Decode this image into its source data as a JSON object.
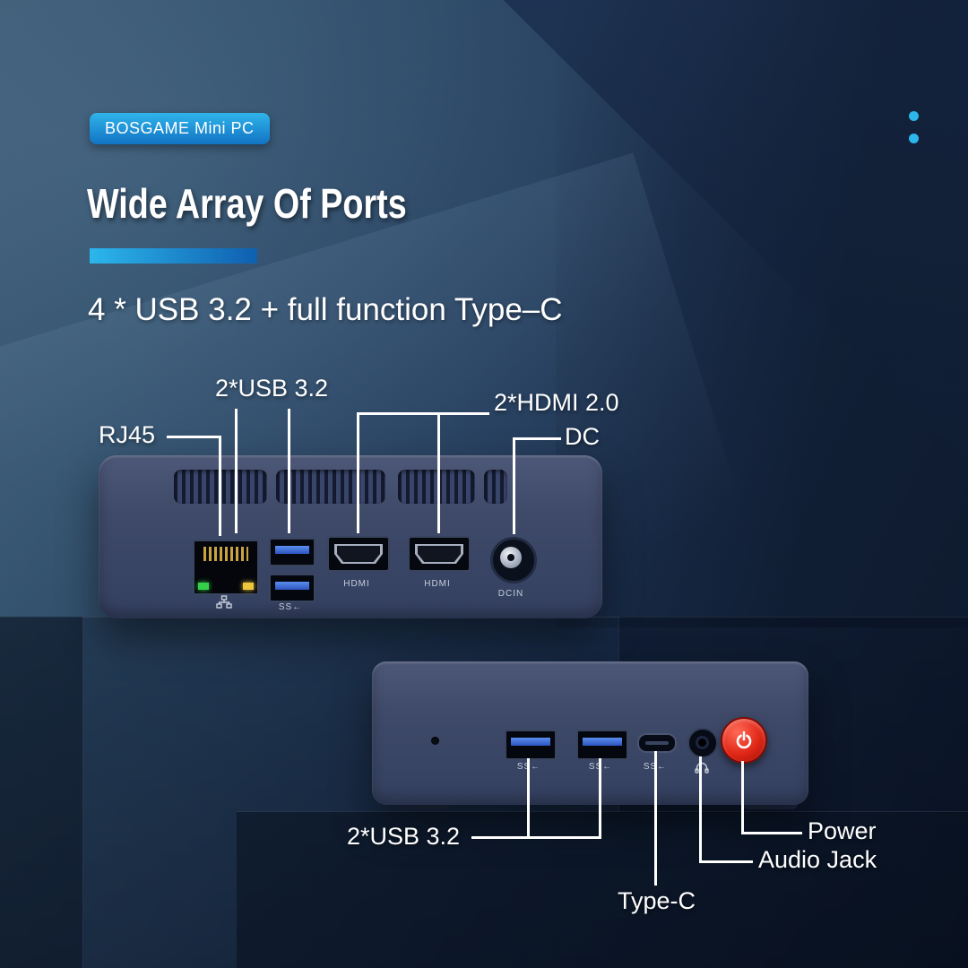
{
  "badge": {
    "label": "BOSGAME Mini PC"
  },
  "title": "Wide Array Of Ports",
  "subtitle": "4 * USB 3.2 + full function Type–C",
  "back_panel": {
    "callout_usb": "2*USB 3.2",
    "callout_hdmi": "2*HDMI 2.0",
    "callout_rj45": "RJ45",
    "callout_dc": "DC",
    "mark_ss": "SS←",
    "mark_hdmi": "HDMI",
    "mark_dcin": "DCIN"
  },
  "front_panel": {
    "mark_ss": "SS←",
    "callout_usb": "2*USB 3.2",
    "callout_typec": "Type-C",
    "callout_audio": "Audio Jack",
    "callout_power": "Power"
  },
  "colors": {
    "accent_cyan": "#2cb6ec",
    "accent_blue": "#1166b6",
    "power_red": "#de2418"
  }
}
